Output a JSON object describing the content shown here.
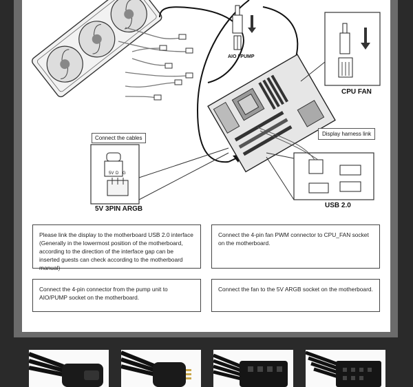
{
  "labels": {
    "aio_pump": "AIO / PUMP",
    "cpu_fan": "CPU FAN",
    "connect_cables": "Connect the cables",
    "display_harness": "Display harness link",
    "argb": "5V 3PIN ARGB",
    "usb": "USB 2.0",
    "argb_pin_5v": "5V",
    "argb_pin_d": "D",
    "argb_pin_g": "G"
  },
  "instructions": [
    "Please link the display to the motherboard USB 2.0 interface (Generally in the lowermost position of the motherboard, according to the direction of the interface gap can be inserted guests can check according to the motherboard manual)",
    "Connect the 4-pin fan PWM connector to CPU_FAN socket on the motherboard.",
    "Connect the 4-pin connector from the pump unit to AIO/PUMP socket on the motherboard.",
    "Connect the fan to the 5V ARGB socket on the motherboard."
  ],
  "photos": [
    {
      "icon": "argb-3pin-female-connector"
    },
    {
      "icon": "argb-3pin-male-connector"
    },
    {
      "icon": "fan-4pin-connector"
    },
    {
      "icon": "usb-9pin-connector"
    }
  ],
  "colors": {
    "background": "#2a2a2a",
    "frame": "#6b6b6b",
    "sheet": "#ffffff",
    "line": "#111111"
  }
}
